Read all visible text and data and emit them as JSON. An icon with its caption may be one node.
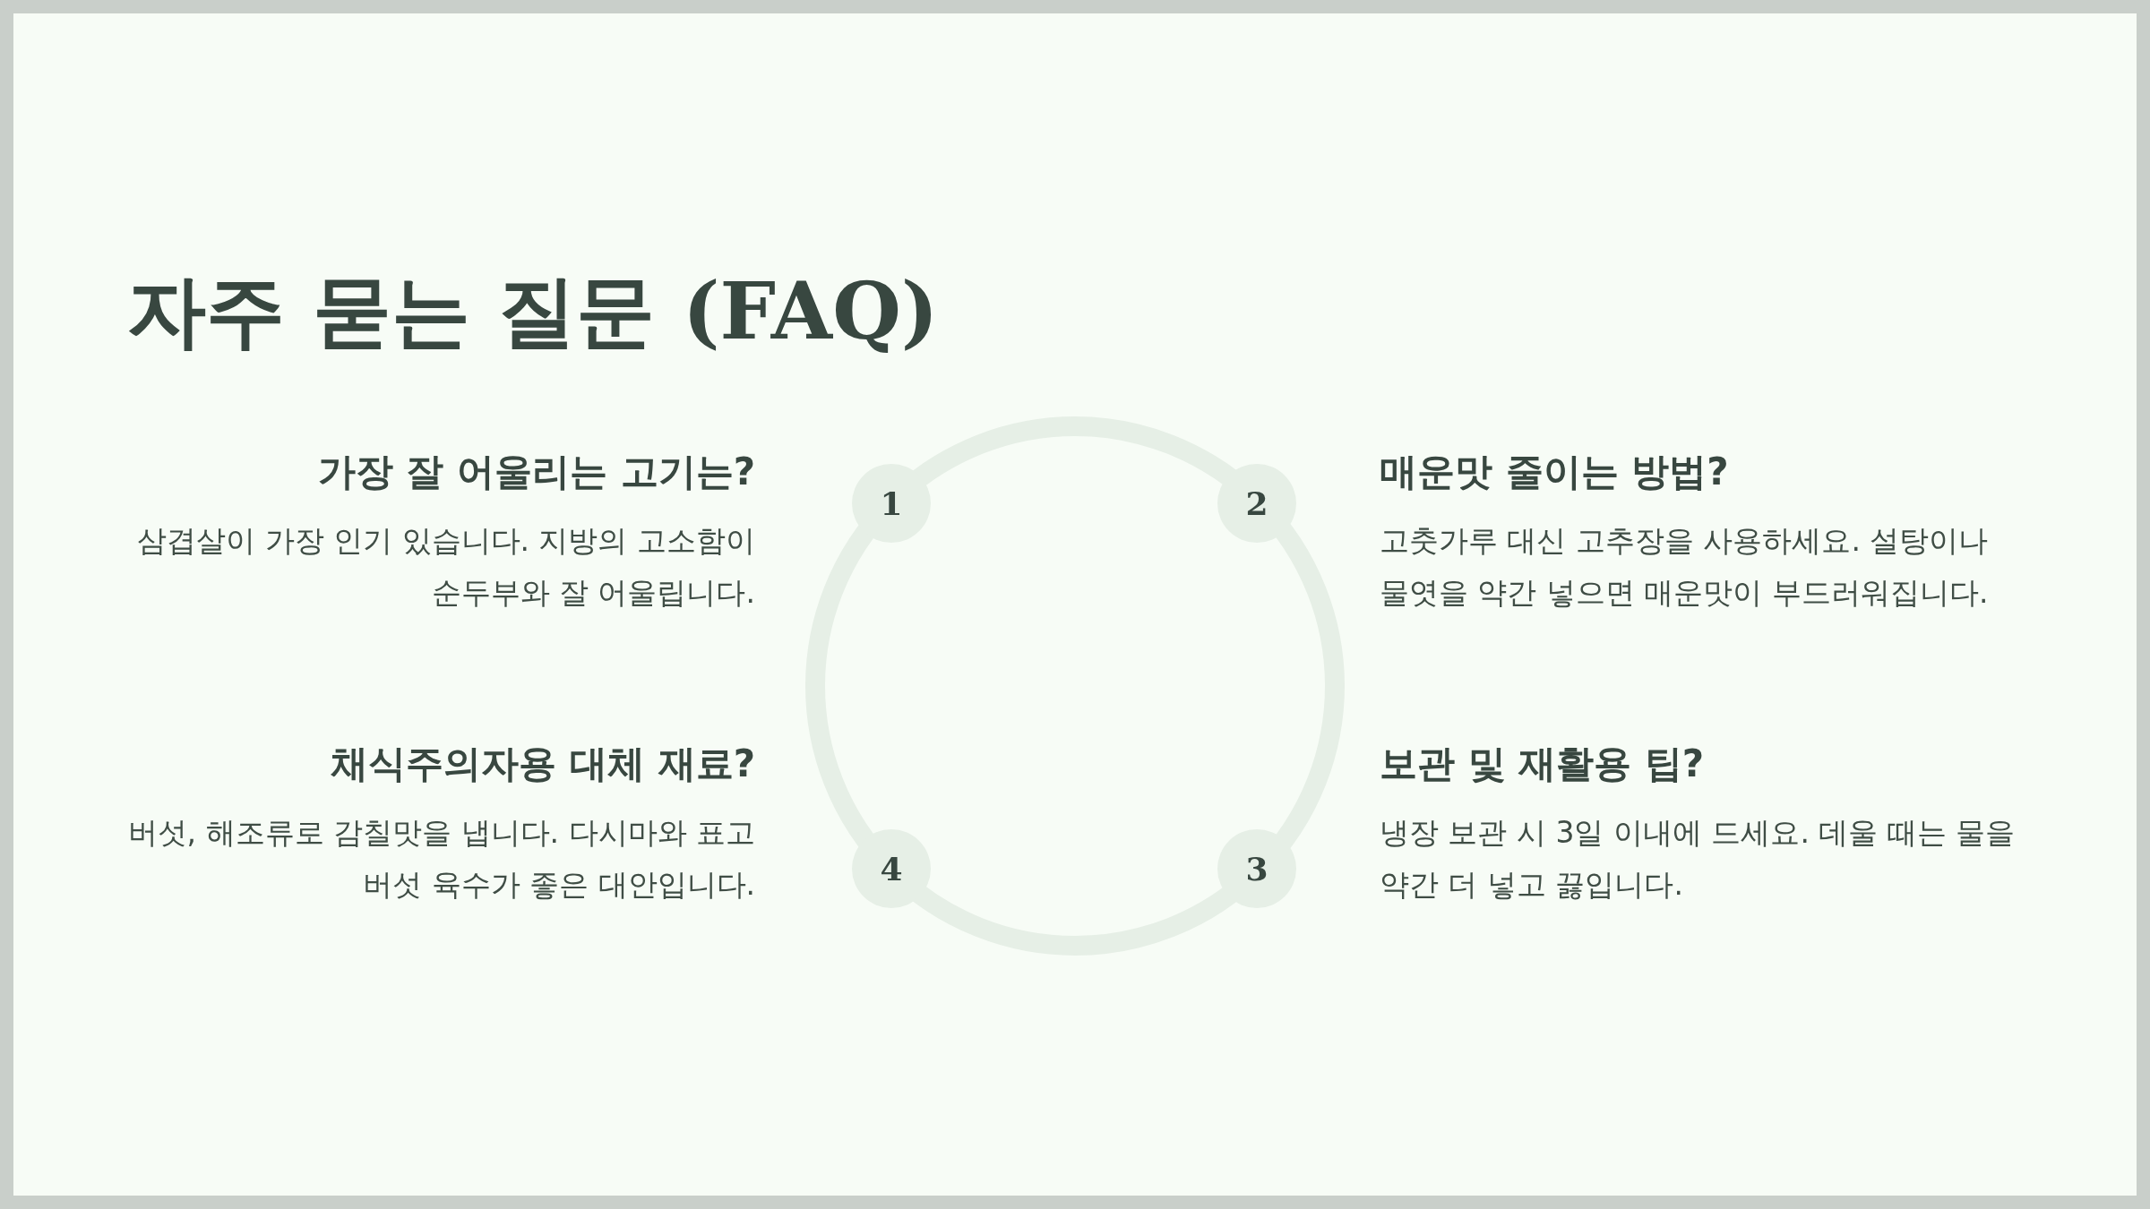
{
  "diagram": {
    "title": "자주 묻는 질문 (FAQ)",
    "nodes": [
      {
        "text": [
          "1"
        ],
        "beside": [
          "가장 잘 어울리는 고기는?",
          "삼겹살이 가장 인기 있습니다. 지방의 고소함이 순두부와 잘 어울립니다."
        ]
      },
      {
        "text": [
          "2"
        ],
        "beside": [
          "매운맛 줄이는 방법?",
          "고춧가루 대신 고추장을 사용하세요. 설탕이나 물엿을 약간 넣으면 매운맛이 부드러워집니다."
        ]
      },
      {
        "text": [
          "3"
        ],
        "beside": [
          "보관 및 재활용 팁?",
          "냉장 보관 시 3일 이내에 드세요. 데울 때는 물을 약간 더 넣고 끓입니다."
        ]
      },
      {
        "text": [
          "4"
        ],
        "beside": [
          "채식주의자용 대체 재료?",
          "버섯, 해조류로 감칠맛을 냅니다. 다시마와 표고 버섯 육수가 좋은 대안입니다."
        ]
      }
    ]
  }
}
